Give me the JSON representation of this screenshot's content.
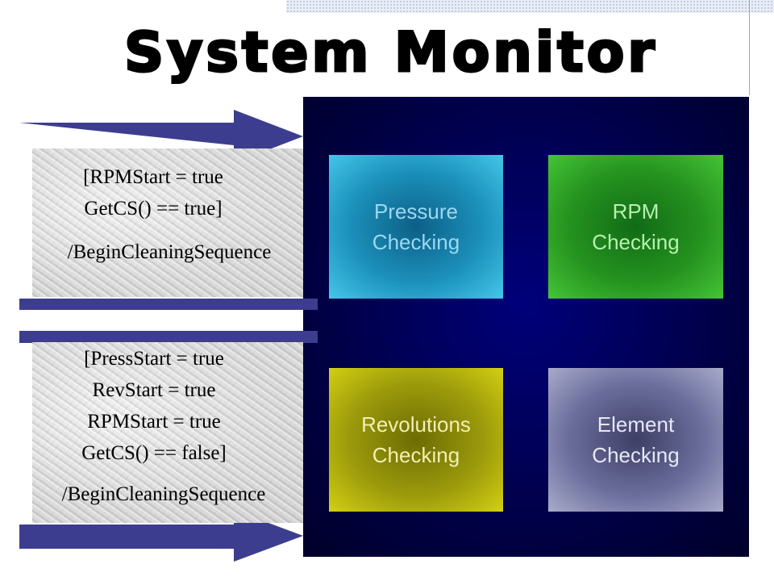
{
  "slide": {
    "title": "System Monitor"
  },
  "states": {
    "pressure": "Pressure\nChecking",
    "rpm": "RPM\nChecking",
    "revolutions": "Revolutions\nChecking",
    "element": "Element\nChecking"
  },
  "transitions": [
    {
      "guard": "[RPMStart = true\nGetCS() == true]",
      "action": "/BeginCleaningSequence"
    },
    {
      "guard": "[PressStart = true\nRevStart = true\nRPMStart = true\nGetCS() == false]",
      "action": "/BeginCleaningSequence"
    }
  ],
  "colors": {
    "panel": "#000066",
    "arrow": "#3d3d8f",
    "pressure_state": "#1b91bb",
    "rpm_state": "#25931f",
    "revolutions_state": "#9c9a0b",
    "element_state": "#6b6e9c"
  }
}
